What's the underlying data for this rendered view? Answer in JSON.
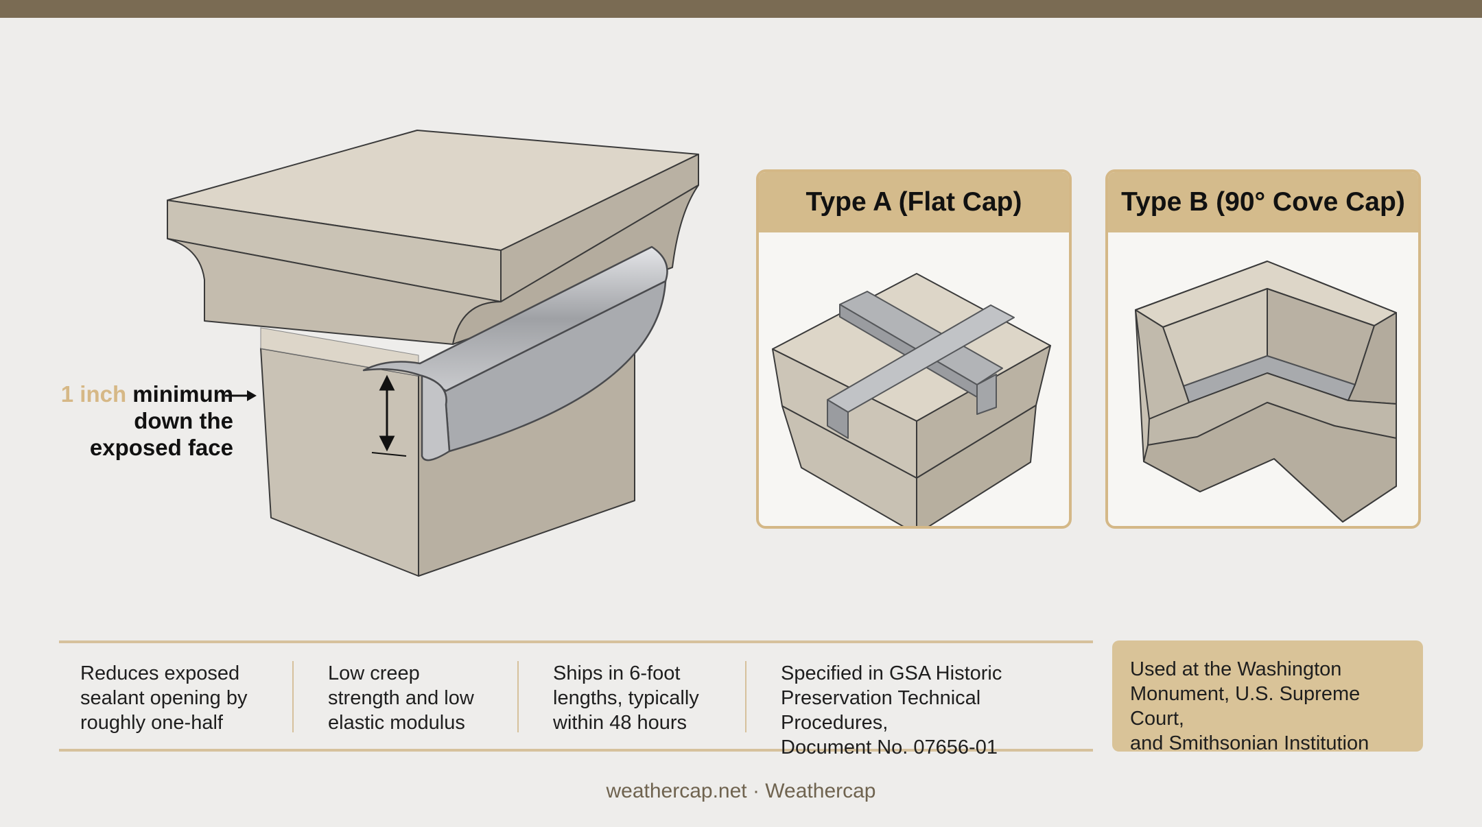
{
  "annotation": {
    "highlight": "1 inch",
    "line1_rest": " minimum",
    "line2": "down the",
    "line3": "exposed face"
  },
  "cards": [
    {
      "title": "Type A (Flat Cap)"
    },
    {
      "title": "Type B (90° Cove Cap)"
    }
  ],
  "features": [
    {
      "lines": [
        "Reduces exposed",
        "sealant opening by",
        "roughly one-half"
      ]
    },
    {
      "lines": [
        "Low creep",
        "strength and low",
        "elastic modulus"
      ]
    },
    {
      "lines": [
        "Ships in 6-foot",
        "lengths, typically",
        "within 48 hours"
      ]
    },
    {
      "lines": [
        "Specified in GSA Historic",
        "Preservation Technical Procedures,",
        "Document No. 07656-01"
      ]
    }
  ],
  "highlight": {
    "lines": [
      "Used at the Washington",
      "Monument, U.S. Supreme Court,",
      "and Smithsonian Institution"
    ]
  },
  "footer": "weathercap.net · Weathercap",
  "colors": {
    "accent": "#d4bb8c",
    "topbar": "#7a6b53",
    "stone": "#cdc6b8",
    "metal": "#a9abaf"
  }
}
